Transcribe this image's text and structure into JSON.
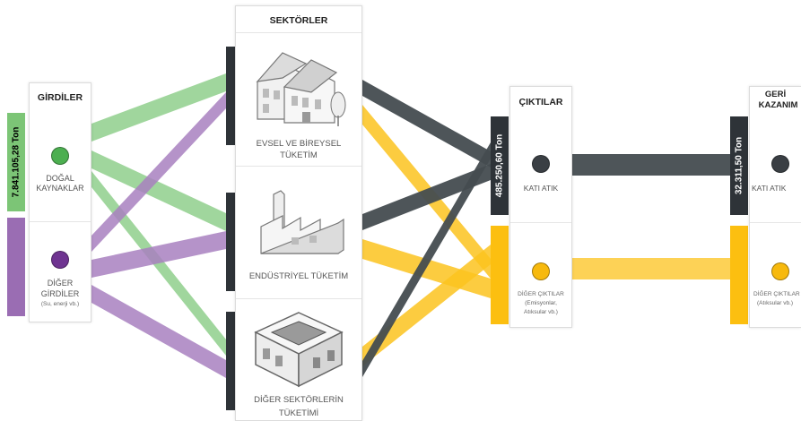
{
  "colors": {
    "green": "#8fcf8c",
    "purple": "#a880c0",
    "dark": "#454c50",
    "yellow": "#fcc31e",
    "green_bar": "#7cc576",
    "purple_bar": "#9a6db3",
    "dark_bar": "#2e3338",
    "yellow_bar": "#fcbf10",
    "green_dot": "#4caf50",
    "purple_dot": "#6f3491",
    "dark_dot": "#3a3f44",
    "yellow_dot": "#f7b90d"
  },
  "inputs": {
    "title": "GİRDİLER",
    "total_label": "7.841.105,28 Ton",
    "nodes": [
      {
        "label_line1": "DOĞAL",
        "label_line2": "KAYNAKLAR"
      },
      {
        "label_line1": "DİĞER",
        "label_line2": "GİRDİLER",
        "sub": "(Su, enerji vb.)"
      }
    ]
  },
  "sectors": {
    "title": "SEKTÖRLER",
    "items": [
      {
        "label_line1": "EVSEL VE BİREYSEL",
        "label_line2": "TÜKETİM",
        "icon": "houses-icon"
      },
      {
        "label_line1": "ENDÜSTRİYEL TÜKETİM",
        "label_line2": "",
        "icon": "factory-icon"
      },
      {
        "label_line1": "DİĞER SEKTÖRLERİN",
        "label_line2": "TÜKETİMİ",
        "icon": "building-icon"
      }
    ]
  },
  "outputs": {
    "title": "ÇIKTILAR",
    "total_label": "485.250,60 Ton",
    "nodes": [
      {
        "label": "KATI ATIK"
      },
      {
        "label": "DİĞER ÇIKTILAR",
        "sub1": "(Emisyonlar,",
        "sub2": "Atıksular vb.)"
      }
    ]
  },
  "recovery": {
    "title_line1": "GERİ",
    "title_line2": "KAZANIM",
    "total_label": "32.311,50 Ton",
    "nodes": [
      {
        "label": "KATI ATIK"
      },
      {
        "label": "DİĞER ÇIKTILAR",
        "sub": "(Atıksular vb.)"
      }
    ]
  }
}
